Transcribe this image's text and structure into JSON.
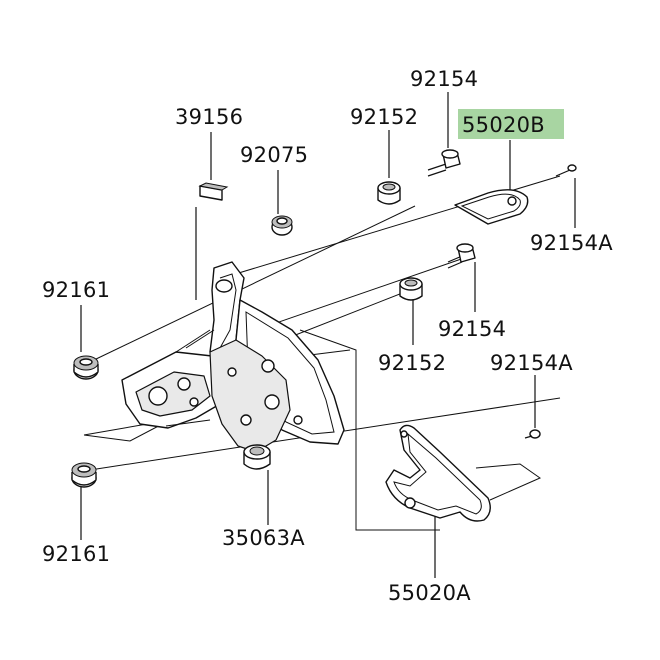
{
  "colors": {
    "highlight": "#a8d5a2",
    "line": "#111111",
    "background": "#ffffff"
  },
  "parts": {
    "p39156": "39156",
    "p92075": "92075",
    "p92152_top": "92152",
    "p92154_top": "92154",
    "p55020B": "55020B",
    "p92154A_top": "92154A",
    "p92161_top": "92161",
    "p92154_mid": "92154",
    "p92152_mid": "92152",
    "p92154A_mid": "92154A",
    "p92161_bottom": "92161",
    "p35063A": "35063A",
    "p55020A": "55020A"
  }
}
